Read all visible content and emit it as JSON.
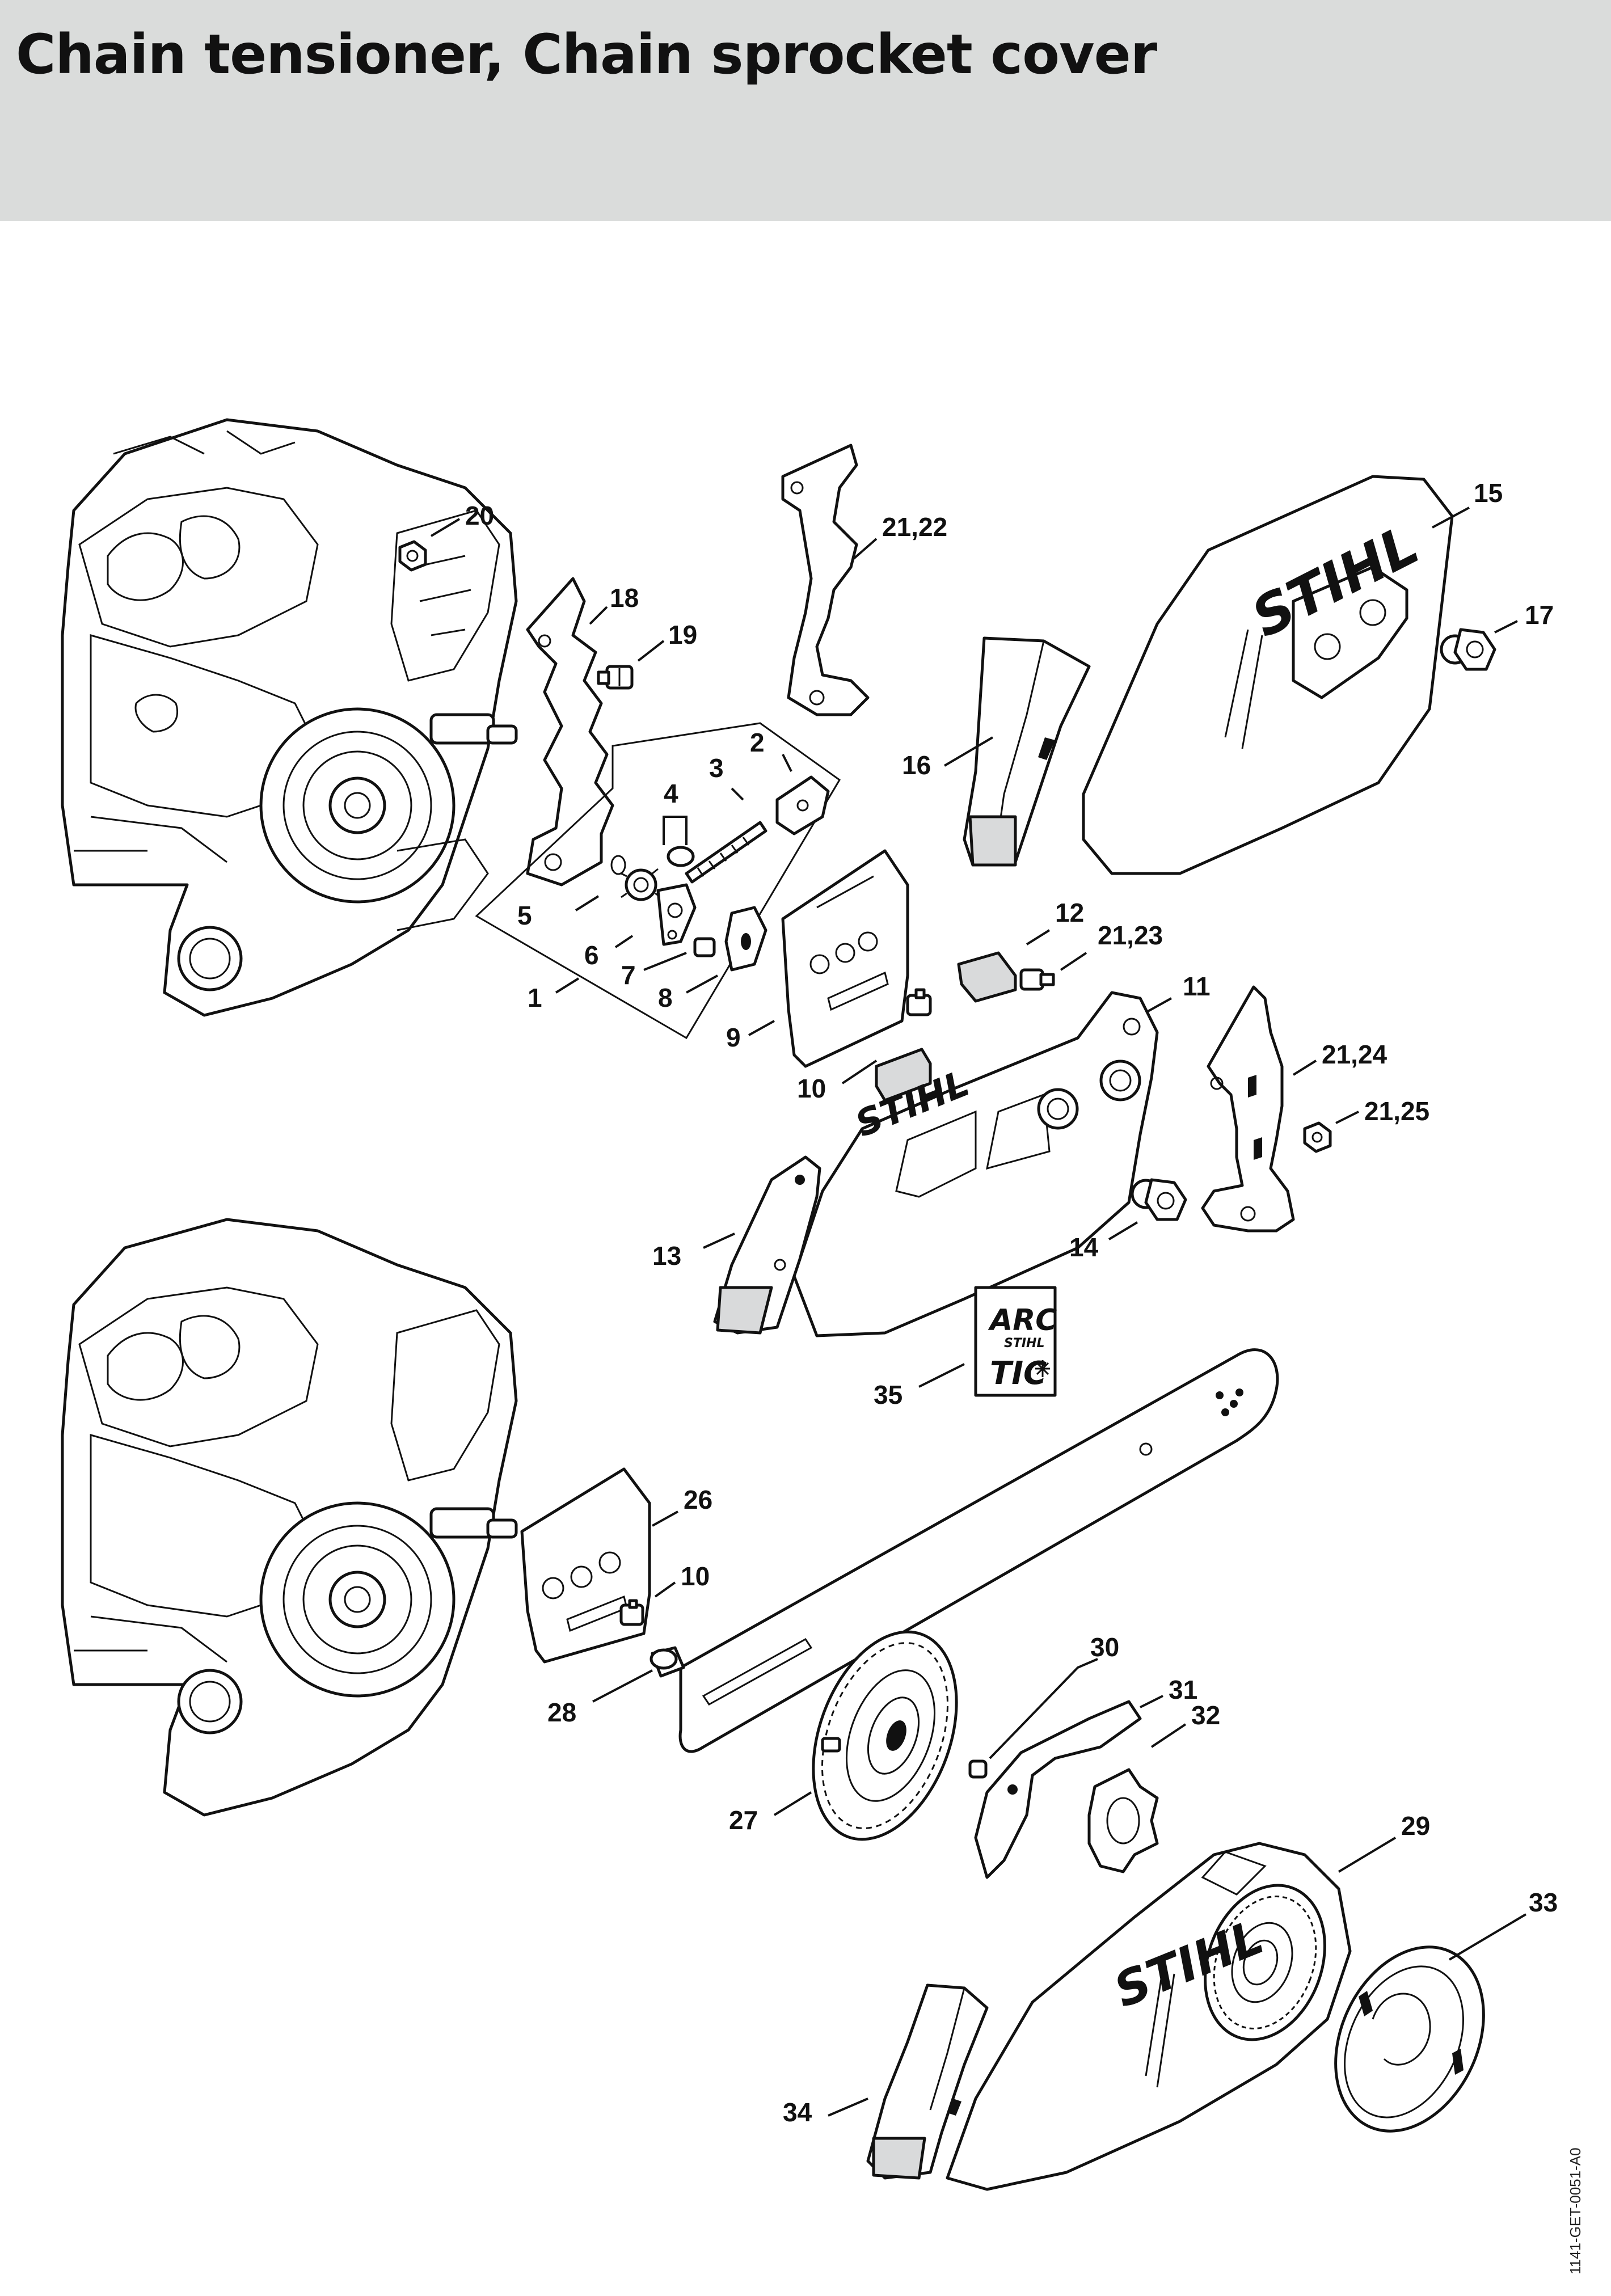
{
  "header": {
    "title": "Chain tensioner, Chain sprocket cover"
  },
  "parts": {
    "p1": "1",
    "p2": "2",
    "p3": "3",
    "p4": "4",
    "p5": "5",
    "p6": "6",
    "p7": "7",
    "p8": "8",
    "p9": "9",
    "p10a": "10",
    "p10b": "10",
    "p11": "11",
    "p12": "12",
    "p13": "13",
    "p14": "14",
    "p15": "15",
    "p16": "16",
    "p17": "17",
    "p18": "18",
    "p19": "19",
    "p20": "20",
    "p21_22": "21,22",
    "p21_23": "21,23",
    "p21_24": "21,24",
    "p21_25": "21,25",
    "p26": "26",
    "p27": "27",
    "p28": "28",
    "p29": "29",
    "p30": "30",
    "p31": "31",
    "p32": "32",
    "p33": "33",
    "p34": "34",
    "p35": "35"
  },
  "logos": {
    "brand": "STIHL",
    "brand_cover_11": "STIHL",
    "brand_cover_29": "STIHL",
    "arctic": [
      "ARC",
      "STIHL",
      "TIC"
    ]
  },
  "footer": {
    "drawing_code": "1141-GET-0051-A0"
  }
}
